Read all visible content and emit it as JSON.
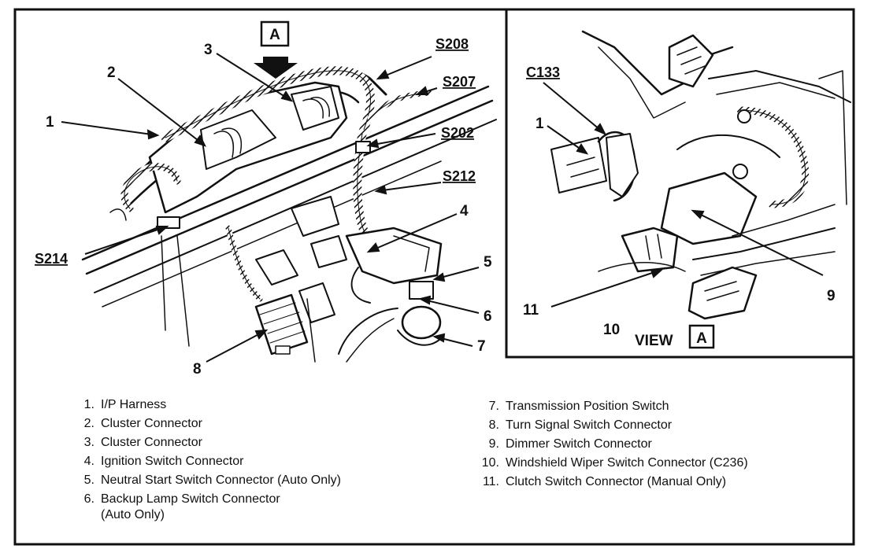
{
  "diagram": {
    "main_callouts": {
      "c1": "1",
      "c2": "2",
      "c3": "3",
      "c4": "4",
      "c5": "5",
      "c6": "6",
      "c7": "7",
      "c8": "8"
    },
    "view_marker": "A",
    "splices": {
      "s208": "S208",
      "s207": "S207",
      "s202": "S202",
      "s212": "S212",
      "s214": "S214"
    },
    "inset": {
      "connector_label": "C133",
      "callouts": {
        "c1": "1",
        "c9": "9",
        "c10": "10",
        "c11": "11"
      },
      "view_title": "VIEW",
      "view_letter": "A"
    }
  },
  "legend": {
    "left": [
      {
        "num": "1.",
        "text": "I/P Harness"
      },
      {
        "num": "2.",
        "text": "Cluster Connector"
      },
      {
        "num": "3.",
        "text": "Cluster Connector"
      },
      {
        "num": "4.",
        "text": "Ignition Switch Connector"
      },
      {
        "num": "5.",
        "text": "Neutral Start Switch Connector (Auto Only)"
      },
      {
        "num": "6.",
        "text": "Backup Lamp Switch Connector"
      }
    ],
    "left_cont": "(Auto Only)",
    "right": [
      {
        "num": "7.",
        "text": "Transmission Position Switch"
      },
      {
        "num": "8.",
        "text": "Turn Signal Switch Connector"
      },
      {
        "num": "9.",
        "text": "Dimmer Switch Connector"
      },
      {
        "num": "10.",
        "text": "Windshield Wiper Switch Connector (C236)"
      },
      {
        "num": "11.",
        "text": "Clutch Switch Connector (Manual Only)"
      }
    ]
  }
}
